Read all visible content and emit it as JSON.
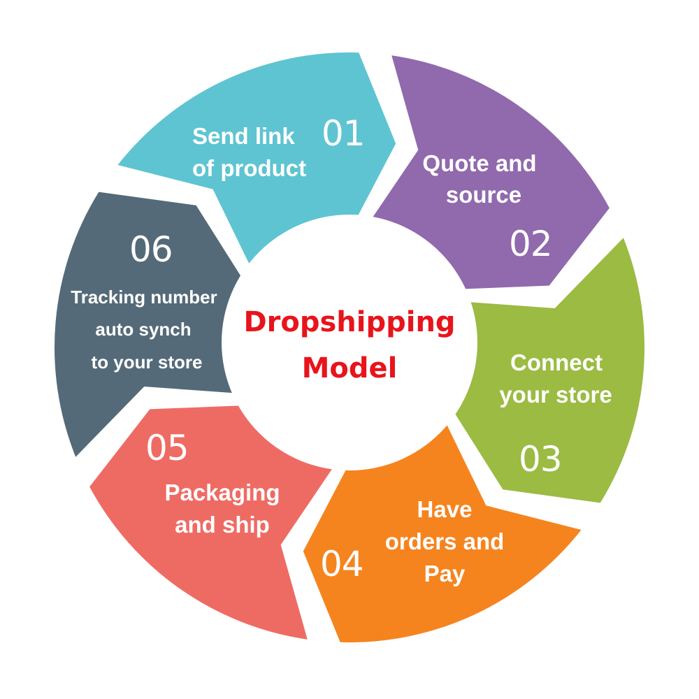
{
  "title": {
    "line1": "Dropshipping",
    "line2": "Model",
    "color": "#e8141c"
  },
  "steps": [
    {
      "number": "01",
      "lines": [
        "Send link",
        "of product"
      ],
      "color": "#5ec4d1"
    },
    {
      "number": "02",
      "lines": [
        "Quote and",
        "source"
      ],
      "color": "#9169ad"
    },
    {
      "number": "03",
      "lines": [
        "Connect",
        "your store"
      ],
      "color": "#9bbb42"
    },
    {
      "number": "04",
      "lines": [
        "Have",
        "orders and",
        "Pay"
      ],
      "color": "#f5841f"
    },
    {
      "number": "05",
      "lines": [
        "Packaging",
        "and ship"
      ],
      "color": "#ee6b64"
    },
    {
      "number": "06",
      "lines": [
        "Tracking number",
        "auto synch",
        "to your store"
      ],
      "color": "#546a78"
    }
  ]
}
